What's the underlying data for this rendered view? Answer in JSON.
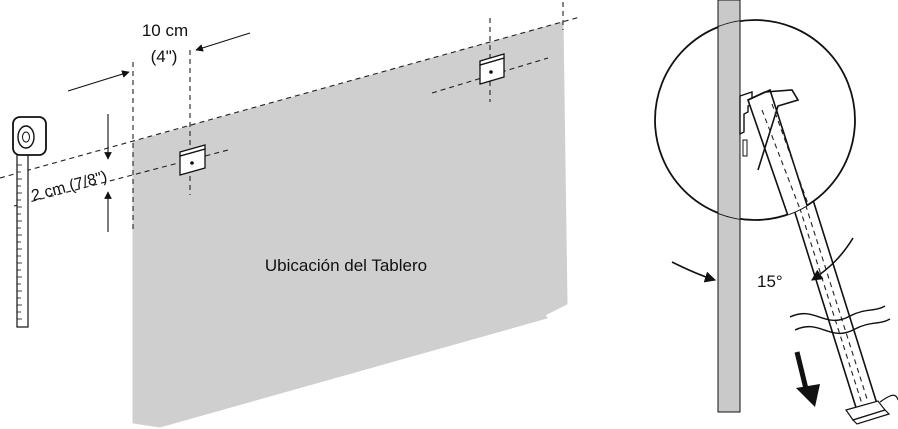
{
  "labels": {
    "horizontal_spacing": "10 cm",
    "horizontal_spacing_imperial": "(4\")",
    "vertical_offset": "2 cm (7/8\")",
    "panel_location": "Ubicación del Tablero",
    "tilt_angle": "15°"
  },
  "colors": {
    "panel_fill": "#cfcfcf",
    "wall_fill": "#c9c9c9",
    "stroke": "#111111",
    "background": "#ffffff"
  },
  "icons": {
    "tape_measure": "tape-measure-icon",
    "mount_bracket": "bracket-icon",
    "curved_arrow": "curved-arrow-icon",
    "down_arrow": "down-arrow-icon"
  }
}
